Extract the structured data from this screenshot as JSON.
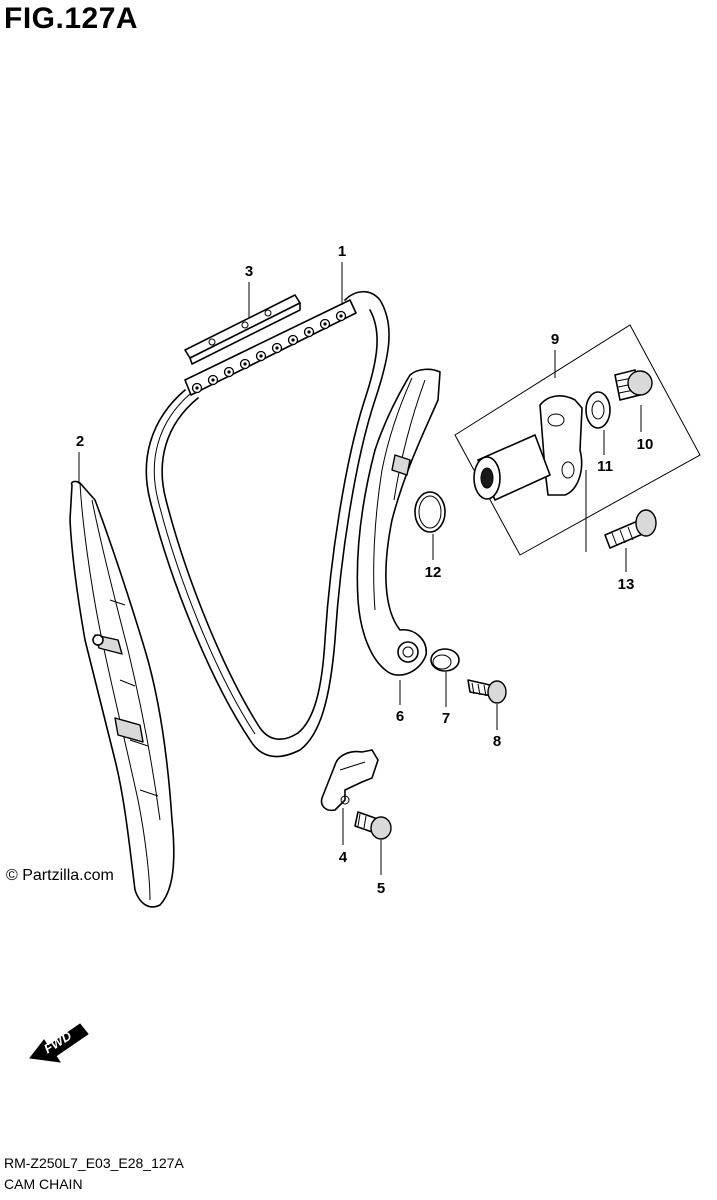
{
  "header": {
    "figure_title": "FIG.127A"
  },
  "parts": [
    {
      "ref": "1"
    },
    {
      "ref": "2"
    },
    {
      "ref": "3"
    },
    {
      "ref": "4"
    },
    {
      "ref": "5"
    },
    {
      "ref": "6"
    },
    {
      "ref": "7"
    },
    {
      "ref": "8"
    },
    {
      "ref": "9"
    },
    {
      "ref": "10"
    },
    {
      "ref": "11"
    },
    {
      "ref": "12"
    },
    {
      "ref": "13"
    }
  ],
  "watermark": "© Partzilla.com",
  "direction_badge": "FWD",
  "footer": {
    "diagram_code": "RM-Z250L7_E03_E28_127A",
    "diagram_name": "CAM CHAIN"
  },
  "icons": [
    "fwd-arrow-icon"
  ]
}
